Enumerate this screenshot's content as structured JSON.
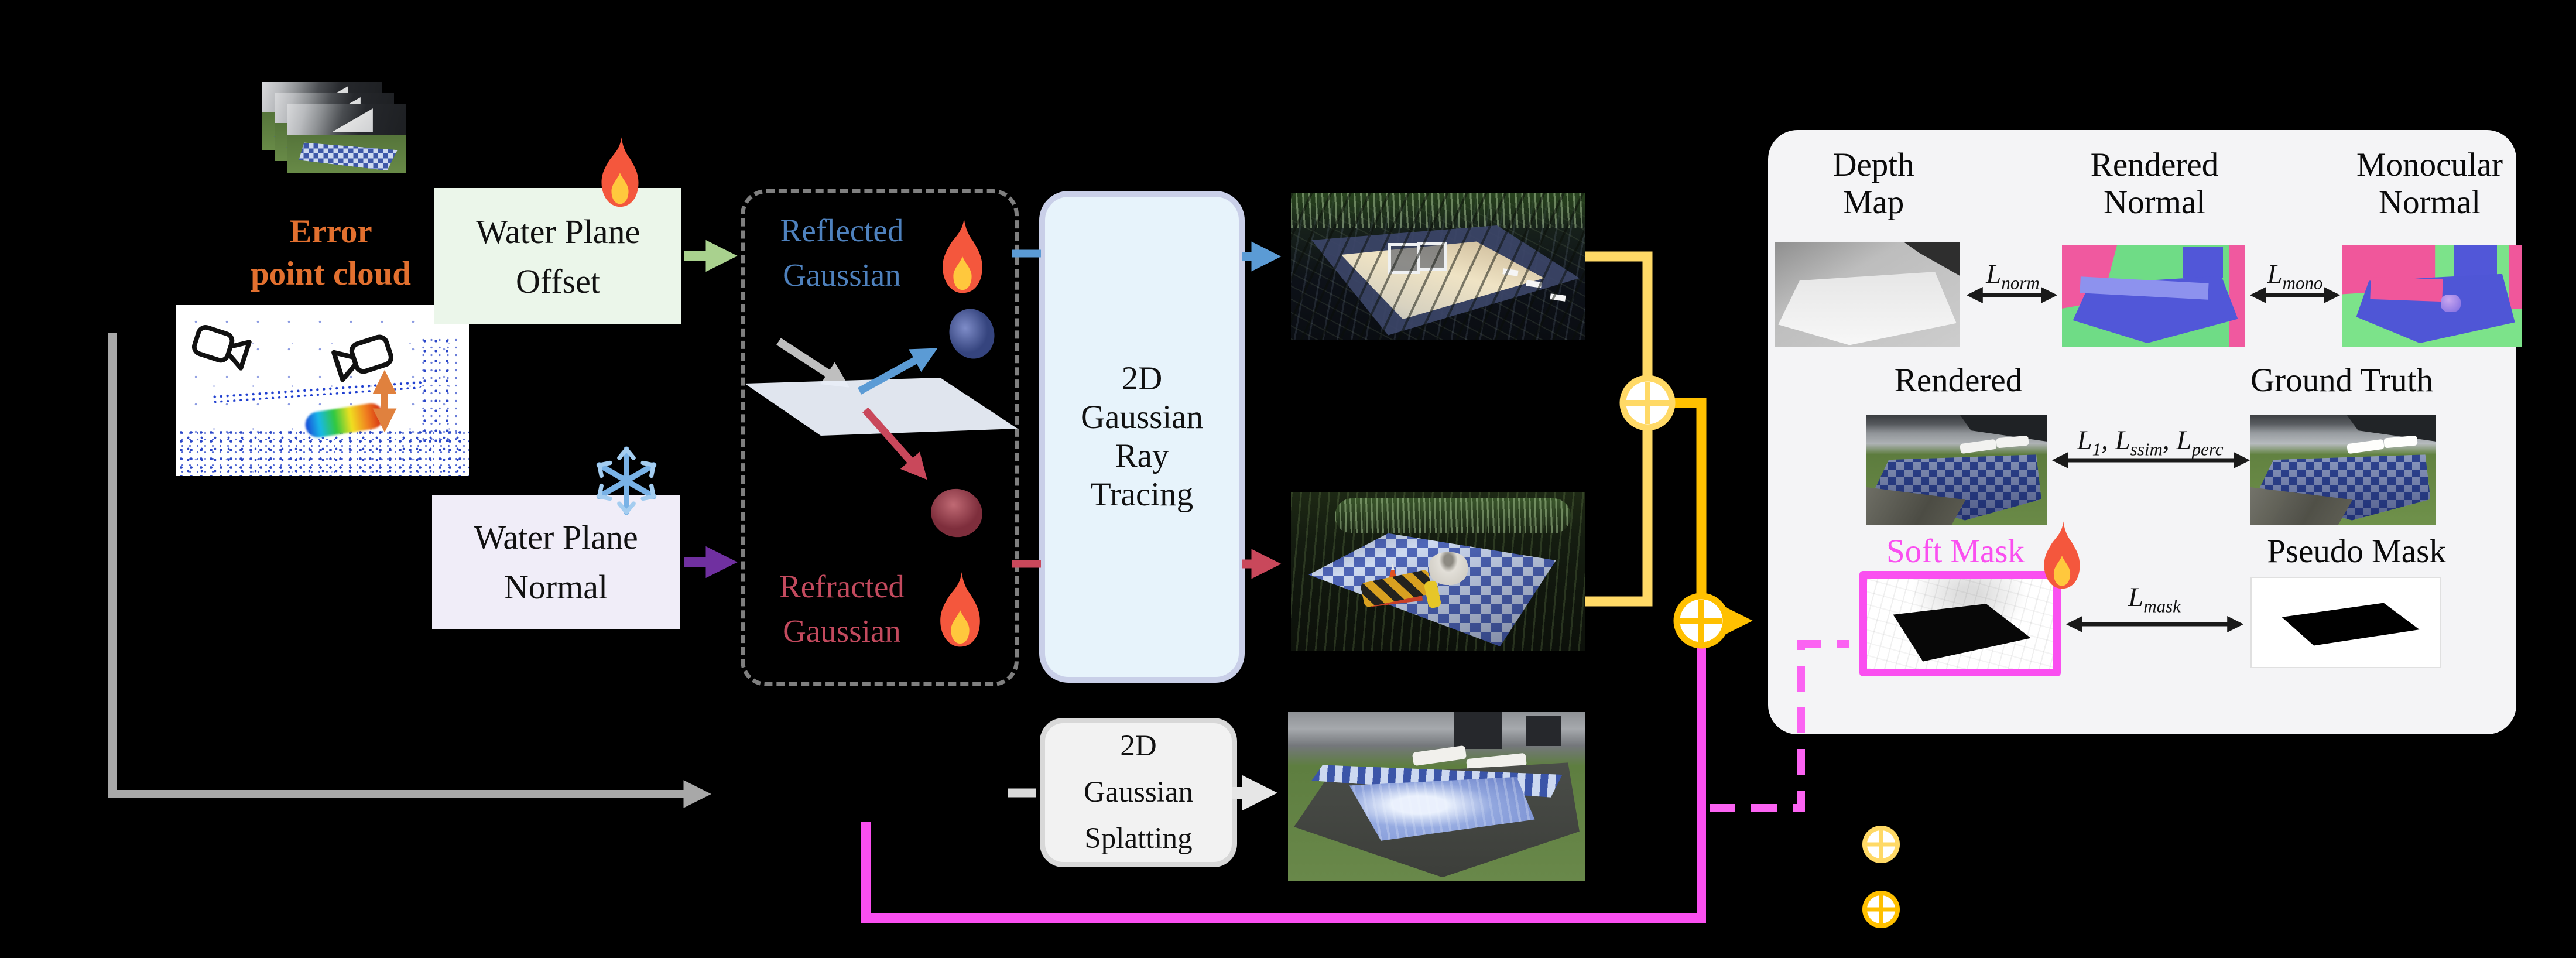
{
  "nodes": {
    "error_point_cloud": {
      "line1": "Error",
      "line2": "point cloud"
    },
    "water_plane_offset": {
      "line1": "Water Plane",
      "line2": "Offset"
    },
    "water_plane_normal": {
      "line1": "Water Plane",
      "line2": "Normal"
    },
    "reflected_gaussian": {
      "line1": "Reflected",
      "line2": "Gaussian"
    },
    "refracted_gaussian": {
      "line1": "Refracted",
      "line2": "Gaussian"
    },
    "ray_tracing": {
      "line1": "2D",
      "line2": "Gaussian",
      "line3": "Ray",
      "line4": "Tracing"
    },
    "splatting": {
      "line1": "2D",
      "line2": "Gaussian",
      "line3": "Splatting"
    }
  },
  "panel": {
    "headers": {
      "depth_map": {
        "line1": "Depth",
        "line2": "Map"
      },
      "rendered_normal": {
        "line1": "Rendered",
        "line2": "Normal"
      },
      "monocular_normal": {
        "line1": "Monocular",
        "line2": "Normal"
      },
      "rendered": "Rendered",
      "ground_truth": "Ground Truth",
      "soft_mask": "Soft Mask",
      "pseudo_mask": "Pseudo Mask"
    },
    "losses": {
      "norm": {
        "base": "L",
        "sub": "norm"
      },
      "mono": {
        "base": "L",
        "sub": "mono"
      },
      "photometric": {
        "base1": "L",
        "sub1": "1",
        "sep1": ", ",
        "base2": "L",
        "sub2": "ssim",
        "sep2": ", ",
        "base3": "L",
        "sub3": "perc"
      },
      "mask": {
        "base": "L",
        "sub": "mask"
      }
    }
  },
  "icons": {
    "flame": "🔥",
    "snowflake": "❄",
    "circled_plus": "⊕",
    "video_camera": "🎥"
  },
  "colors": {
    "background": "#000000",
    "blend_yellow_light": "#FFD966",
    "blend_yellow_dark": "#FFC000",
    "mask_magenta": "#FA4FF0",
    "arrow_green": "#A9D18E",
    "arrow_purple": "#7030A0",
    "arrow_blue": "#5B9BD5",
    "arrow_red": "#C9485B",
    "arrow_gray": "#A8A8A8",
    "text_orange": "#E2702F",
    "text_blue": "#4E81BD",
    "text_red": "#C34A5E",
    "ray_box_fill": "#E7F3FB",
    "panel_fill": "#F4F4F6",
    "offset_box_fill": "#EBF6EA",
    "normal_box_fill": "#F0EDF8"
  }
}
